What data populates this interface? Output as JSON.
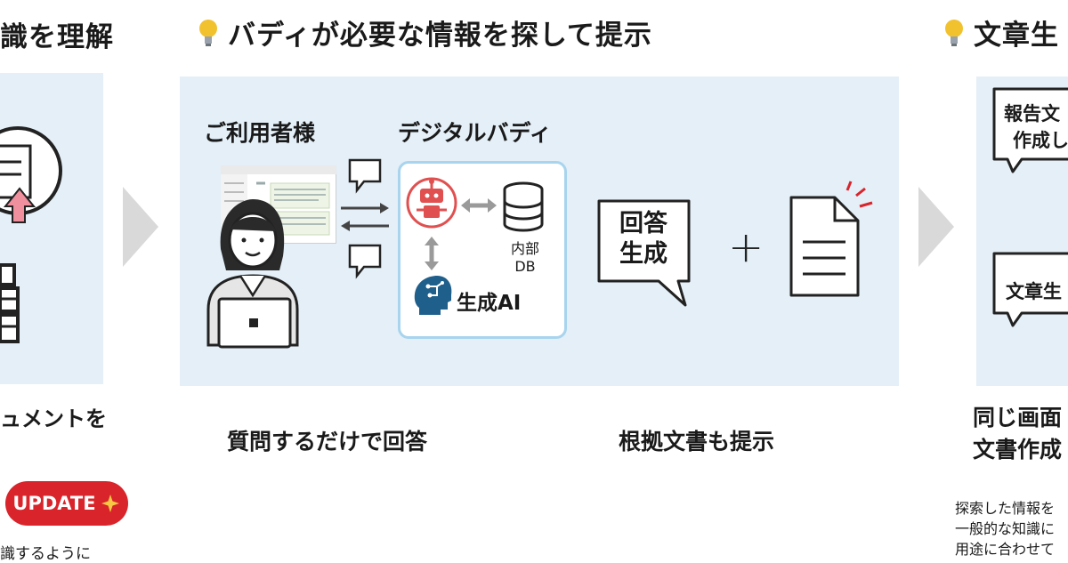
{
  "colors": {
    "panel": "#e4eff8",
    "arrow": "#d9d9d9",
    "robot": "#e05050",
    "ai_blue": "#1f5f8b",
    "bulb": "#f2c12e",
    "badge": "#d8242a",
    "alert": "#d8242a",
    "buddy_border": "#a8d4ee",
    "pink": "#f08f9d"
  },
  "left": {
    "heading": "識を理解",
    "caption": "ュメントを",
    "badge": "UPDATE",
    "badge_icon": "sparkle-icon",
    "footer": "識するように"
  },
  "middle": {
    "heading": "バディが必要な情報を探して提示",
    "user_label": "ご利用者様",
    "buddy_label": "デジタルバディ",
    "db_label_line1": "内部",
    "db_label_line2": "DB",
    "ai_label": "生成AI",
    "answer_line1": "回答",
    "answer_line2": "生成",
    "plus": "+",
    "caption_left": "質問するだけで回答",
    "caption_right": "根拠文書も提示"
  },
  "right": {
    "heading": "文章生",
    "bubble1_line1": "報告文",
    "bubble1_line2": "作成し",
    "bubble2": "文章生",
    "caption_line1": "同じ画面",
    "caption_line2": "文書作成",
    "foot1": "探索した情報を",
    "foot2": "一般的な知識に",
    "foot3": "用途に合わせて"
  }
}
